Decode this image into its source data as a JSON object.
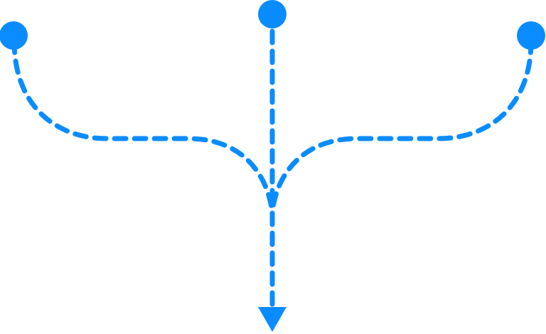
{
  "diagram": {
    "description_type": "merge-flow",
    "accent_color": "#0a8cff",
    "nodes": [
      {
        "name": "left-start-node",
        "icon": "circle-node-icon"
      },
      {
        "name": "center-start-node",
        "icon": "circle-node-icon"
      },
      {
        "name": "right-start-node",
        "icon": "circle-node-icon"
      }
    ],
    "edges": [
      {
        "name": "left-branch-path",
        "style": "dashed"
      },
      {
        "name": "center-branch-path",
        "style": "dashed"
      },
      {
        "name": "right-branch-path",
        "style": "dashed"
      },
      {
        "name": "merged-downward-path",
        "style": "dashed"
      }
    ],
    "end_marker": {
      "name": "downward-arrowhead-icon",
      "shape": "triangle-down"
    }
  }
}
